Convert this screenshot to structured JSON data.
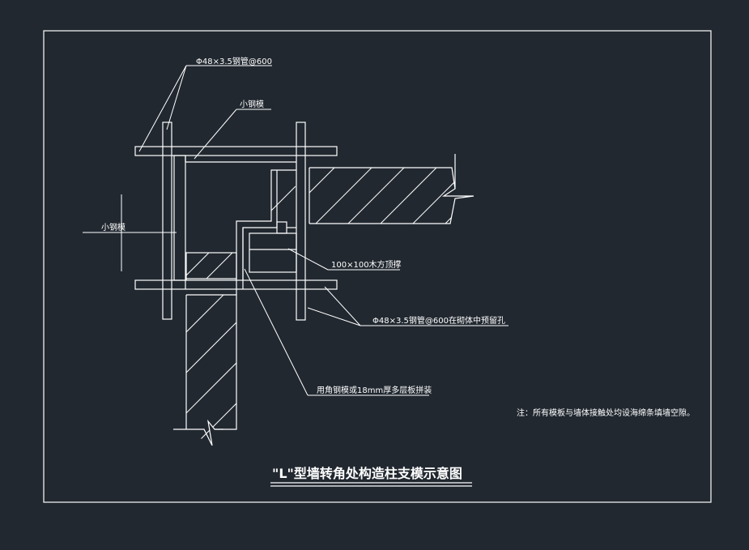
{
  "labels": {
    "pipe_top": "Φ48×3.5钢管@600",
    "small_steel_top": "小钢模",
    "small_steel_left": "小钢模",
    "wood_square": "100×100木方顶撑",
    "pipe_bottom": "Φ48×3.5钢管@600在砌体中预留孔",
    "steel_or_board": "用角钢模或18mm厚多层板拼装",
    "note": "注：所有模板与墙体接触处均设海绵条填墙空隙。"
  },
  "title": "\"L\"型墙转角处构造柱支模示意图",
  "colors": {
    "background": "#212830",
    "line": "#ffffff"
  }
}
